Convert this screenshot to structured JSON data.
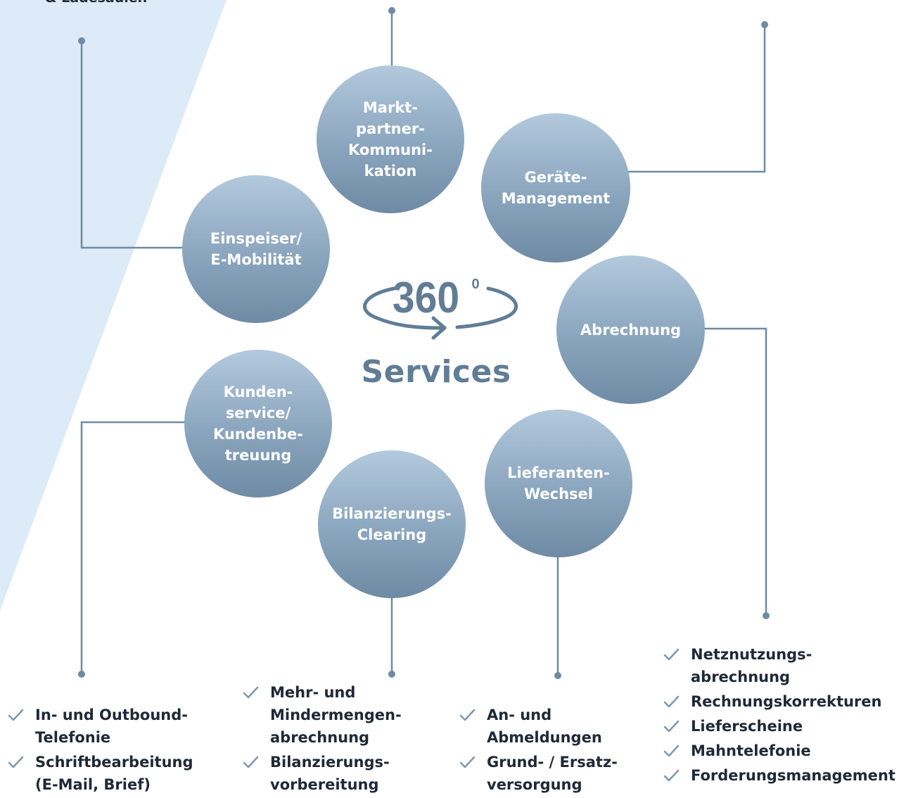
{
  "top_partial_text": "& Ladesäulen",
  "center": {
    "logo_text": "360",
    "logo_degree": "0",
    "title": "Services"
  },
  "nodes": {
    "marktpartner": "Markt-\npartner-\nKommuni-\nkation",
    "geraete": "Geräte-\nManagement",
    "einspeiser": "Einspeiser/\nE-Mobilität",
    "abrechnung": "Abrechnung",
    "kundenservice": "Kunden-\nservice/\nKundenbe-\ntreuung",
    "lieferanten": "Lieferanten-\nWechsel",
    "bilanzierung": "Bilanzierungs-\nClearing"
  },
  "lists": {
    "kundenservice": [
      "In- und Outbound-\nTelefonie",
      "Schriftbearbeitung\n(E-Mail, Brief)"
    ],
    "bilanzierung": [
      "Mehr- und\nMindermengen-\nabrechnung",
      "Bilanzierungs-\nvorbereitung"
    ],
    "lieferanten": [
      "An- und\nAbmeldungen",
      "Grund- / Ersatz-\nversorgung"
    ],
    "abrechnung": [
      "Netznutzungs-\nabrechnung",
      "Rechnungskorrekturen",
      "Lieferscheine",
      "Mahntelefonie",
      "Forderungsmanagement"
    ]
  },
  "colors": {
    "wedge": "#ddeaf7",
    "line": "#6f8aa4",
    "node_top": "#b3c9dd",
    "node_bottom": "#6f8aa4",
    "title": "#617d96",
    "text": "#1f2937",
    "check": "#7e97ad"
  },
  "icons": {
    "check": "checkmark-icon",
    "logo": "rotation-arrow-icon"
  }
}
